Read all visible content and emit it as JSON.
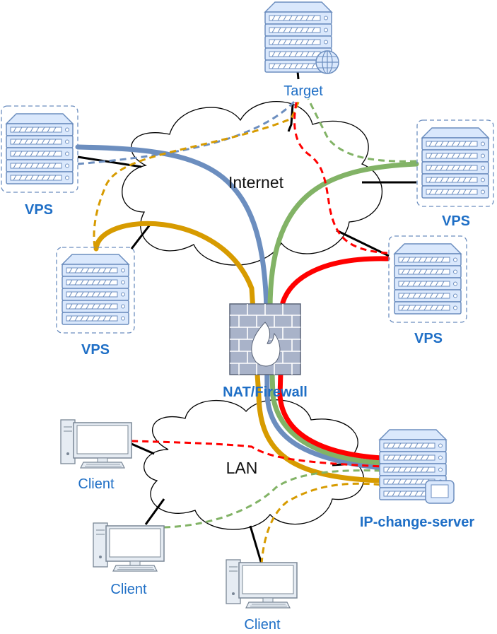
{
  "labels": {
    "target": "Target",
    "internet": "Internet",
    "lan": "LAN",
    "nat": "NAT/Firewall",
    "vps_top_left": "VPS",
    "vps_mid_left": "VPS",
    "vps_top_right": "VPS",
    "vps_mid_right": "VPS",
    "ip_server": "IP-change-server",
    "client_1": "Client",
    "client_2": "Client",
    "client_3": "Client"
  },
  "colors": {
    "red": "#ff0000",
    "blue": "#6c8ebf",
    "green": "#82b366",
    "orange": "#d79b00",
    "label_blue": "#1f6fc6",
    "server_fill": "#dae8fc",
    "server_stroke": "#6c8ebf",
    "firewall_fill": "#a9b3c9",
    "client_fill": "#e6ecf3"
  },
  "icons": {
    "server": "server-rack-icon",
    "globe": "globe-icon",
    "firewall": "firewall-icon",
    "monitor": "monitor-icon",
    "client": "desktop-computer-icon"
  }
}
